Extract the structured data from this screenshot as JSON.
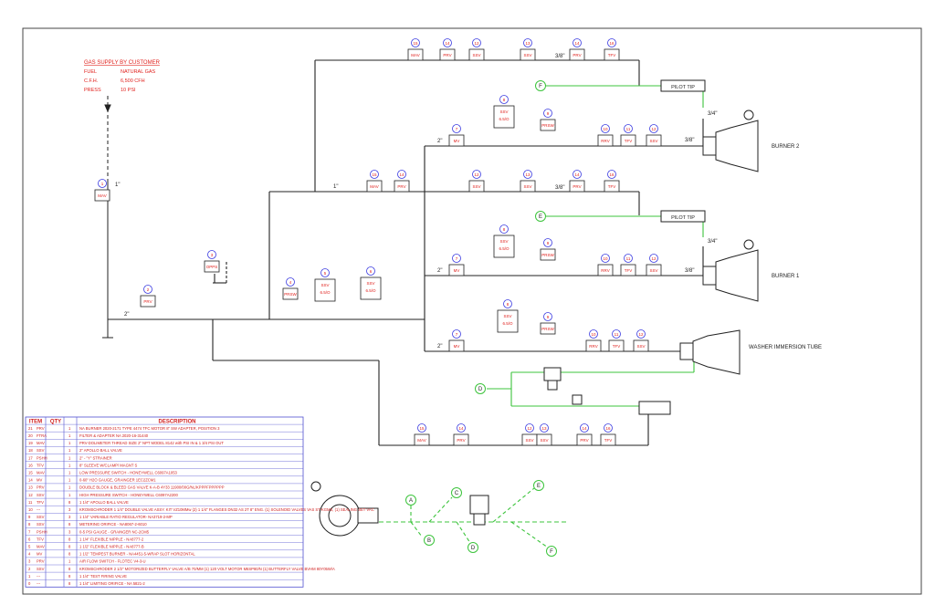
{
  "colors": {
    "pipe": "#222222",
    "air": "#3cc43c",
    "label": "#e0201c",
    "table_border": "#5050d0",
    "table_text": "#d02020",
    "frame": "#444444"
  },
  "gas_supply": {
    "title": "GAS SUPPLY BY CUSTOMER",
    "rows": [
      {
        "key": "FUEL",
        "value": "NATURAL GAS"
      },
      {
        "key": "C.F.H.",
        "value": "6,500 CFH"
      },
      {
        "key": "PRESS",
        "value": "10 PSI"
      }
    ]
  },
  "pipe_sizes": {
    "inlet": "1\"",
    "main": "2\"",
    "branch": "1\"",
    "b2": "2\"",
    "b1": "2\"",
    "w": "2\"",
    "pilot": "3/4\"",
    "out": "3/8\"",
    "air": "3/4\""
  },
  "labels": {
    "burner2": "BURNER 2",
    "burner1": "BURNER 1",
    "washer": "WASHER IMMERSION TUBE",
    "pilot_tip": "PILOT TIP"
  },
  "air_refs": [
    "A",
    "B",
    "C",
    "D",
    "E",
    "F"
  ],
  "components": [
    {
      "n": "1",
      "code": "MAV"
    },
    {
      "n": "2",
      "code": "PRV"
    },
    {
      "n": "3",
      "code": "OPPS"
    },
    {
      "n": "4",
      "code": "PRSW"
    },
    {
      "n": "5",
      "code": "SSV",
      "sub": "6.5/O"
    },
    {
      "n": "6",
      "code": "SSV",
      "sub": "6.5/O"
    },
    {
      "n": "7",
      "code": "MV"
    },
    {
      "n": "8",
      "code": "SSV",
      "sub": "6.5/O"
    },
    {
      "n": "9",
      "code": "PRSW"
    },
    {
      "n": "10",
      "code": "RRV"
    },
    {
      "n": "11",
      "code": "TFV"
    },
    {
      "n": "12",
      "code": "SSV"
    },
    {
      "n": "13",
      "code": "SSV"
    },
    {
      "n": "14",
      "code": "PRV"
    },
    {
      "n": "15",
      "code": "MAV"
    },
    {
      "n": "16",
      "code": "TFV"
    }
  ],
  "table": {
    "headers": [
      "ITEM",
      "QTY",
      "DESCRIPTION"
    ],
    "rows": [
      [
        "21",
        "PRV",
        "1",
        "NA BURNER 2020-2171 TYPE 4474 TFC MOTOR 8\" SW ADAPTER, POSITION 3"
      ],
      [
        "20",
        "FTRA",
        "1",
        "FILTER & ADAPTER NA 2020-16-31440"
      ],
      [
        "19",
        "MAV",
        "1",
        "PRV-DOLIMETER THREAD SIZE 2\" NPT MODEL 8142 with PSI IN & 1 3/4 PSI OUT"
      ],
      [
        "18",
        "SSV",
        "1",
        "2\" APOLLO BALL VALVE"
      ],
      [
        "17",
        "PSHH",
        "1",
        "2\" - \"Y\" STRAINER"
      ],
      [
        "16",
        "TFV",
        "1",
        "8\" SLEEVE W/CLAMP/ MAGNT S"
      ],
      [
        "15",
        "MAV",
        "1",
        "LOW PRESSURE SWITCH - HONEYWELL C6097A1053"
      ],
      [
        "14",
        "MV",
        "1",
        "0-60\" H2O GAUGE, GRAINGER 1EC2ZCM1"
      ],
      [
        "13",
        "PRV",
        "1",
        "DOUBLE BLOCK & BLEED GAS VALVE K-A-B 4Y33 11900/00G/NL/KPPPFPPPPPP"
      ],
      [
        "12",
        "SSV",
        "1",
        "HIGH PRESSURE SWITCH - HONEYWELL C6097A2200"
      ],
      [
        "11",
        "TFV",
        "8",
        "1 1/4\" APOLLO BALL VALVE"
      ],
      [
        "10",
        "---",
        "3",
        "KROMSCHRODER 1 1/4\" DOUBLE VALVE ASSY. KIT VZ10MMw (2) 1 1/4\" FLANGES DN32 AS 2T 8\" ENG. (1) SOLENOID VALVES VAS ST-KGMS, (1) SEALING SET VAC"
      ],
      [
        "9",
        "SSV",
        "3",
        "1 1/4\" VARIABLE RATIO REGULATOR- NA3719-2-MP"
      ],
      [
        "8",
        "SSV",
        "8",
        "METERING ORIFICE - NA8067-2-6010"
      ],
      [
        "7",
        "PSHH",
        "3",
        "0-5 PSI GAUGE - GRAINGER NC-2CM5"
      ],
      [
        "6",
        "TFV",
        "8",
        "1 1/4\" FLEXIBLE NIPPLE - NA8777-2"
      ],
      [
        "5",
        "MAV",
        "8",
        "1 1/2\" FLEXIBLE NIPPLE - NA8777-B"
      ],
      [
        "4",
        "MV",
        "8",
        "1 1/2\" TEMPEST BURNER - NA4451-5-WRAP SLOT HORIZONTAL"
      ],
      [
        "3",
        "PRV",
        "1",
        "AIR FLOW SWITCH - FLOTEC V4-3-U"
      ],
      [
        "2",
        "SSV",
        "8",
        "KROMSCHRODER 2 1/2\" MOTORIZED BUTTERFLY VALVE A/B 70/MM (1) 120 VOLT MOTOR M6SP80/N (1) BUTTERFLY VALVE BVHM 80Y05W/A"
      ],
      [
        "1",
        "---",
        "8",
        "1 1/4\" TEST FIRING VALVE"
      ],
      [
        "0",
        "---",
        "8",
        "1 1/4\" LIMITING ORIFICE - NA 5821-2"
      ]
    ]
  }
}
